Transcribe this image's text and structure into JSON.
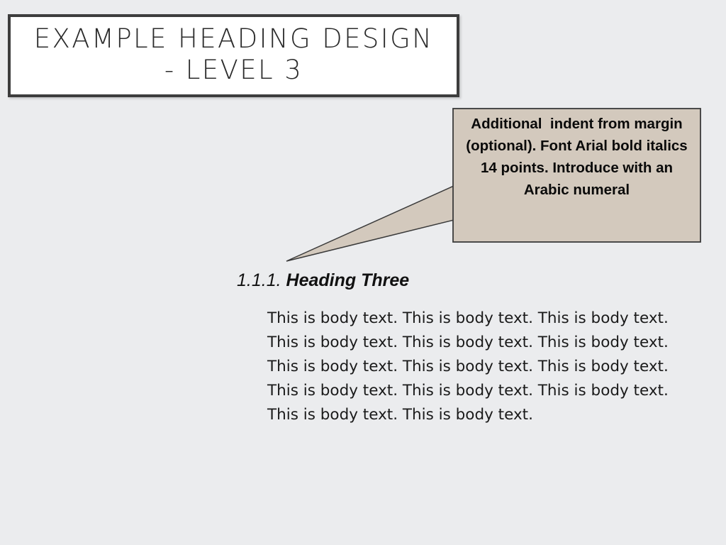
{
  "slide": {
    "background_color": "#ebecee"
  },
  "title_box": {
    "text": "EXAMPLE HEADING DESIGN\n- LEVEL 3",
    "border_color": "#3d3d3d",
    "fill_color": "#ffffff",
    "text_color": "#2b2b2b"
  },
  "callout": {
    "text": "Additional  indent from margin (optional). Font Arial bold italics 14 points. Introduce with an Arabic numeral",
    "fill_color": "#d3c9bd",
    "border_color": "#3a3a3a",
    "text_color": "#0a0a0a"
  },
  "heading": {
    "number": "1.1.1.",
    "label": "Heading Three",
    "text_color": "#111111"
  },
  "body": {
    "lines": [
      "This is body text. This is body text. This is body text.",
      "This is body text. This is body text. This is body text.",
      "This is body text. This is body text. This is body text.",
      "This is body text. This is body text. This is body text.",
      "This is body text. This is body text."
    ],
    "text_color": "#1a1a1a"
  }
}
